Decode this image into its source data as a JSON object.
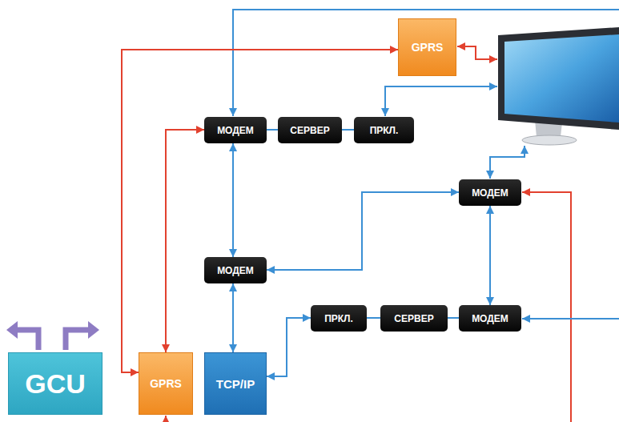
{
  "diagram": {
    "nodes": [
      {
        "text": [
          "GPRS"
        ]
      },
      {
        "text": [
          "МОДЕМ"
        ]
      },
      {
        "text": [
          "СЕРВЕР"
        ]
      },
      {
        "text": [
          "ПРКЛ."
        ]
      },
      {
        "text": [
          "МОДЕМ"
        ]
      },
      {
        "text": [
          "МОДЕМ"
        ]
      },
      {
        "text": [
          "ПРКЛ."
        ]
      },
      {
        "text": [
          "СЕРВЕР"
        ]
      },
      {
        "text": [
          "МОДЕМ"
        ]
      },
      {
        "text": [
          "GCU"
        ]
      },
      {
        "text": [
          "GPRS"
        ]
      },
      {
        "text": [
          "TCP/IP"
        ]
      }
    ],
    "edges": [
      {
        "from": 10,
        "to": 0,
        "arrow": "both"
      },
      {
        "from": 10,
        "to": 1,
        "arrow": "both"
      },
      {
        "from": 1,
        "to": 2,
        "arrow": "none"
      },
      {
        "from": 2,
        "to": 3,
        "arrow": "none"
      },
      {
        "from": 1,
        "to": 5,
        "arrow": "both"
      },
      {
        "from": 5,
        "to": 11,
        "arrow": "both"
      },
      {
        "from": 5,
        "to": 4,
        "arrow": "both"
      },
      {
        "from": 4,
        "to": 8,
        "arrow": "both"
      },
      {
        "from": 11,
        "to": 6,
        "arrow": "both"
      },
      {
        "from": 6,
        "to": 7,
        "arrow": "none"
      },
      {
        "from": 7,
        "to": 8,
        "arrow": "none"
      }
    ]
  }
}
